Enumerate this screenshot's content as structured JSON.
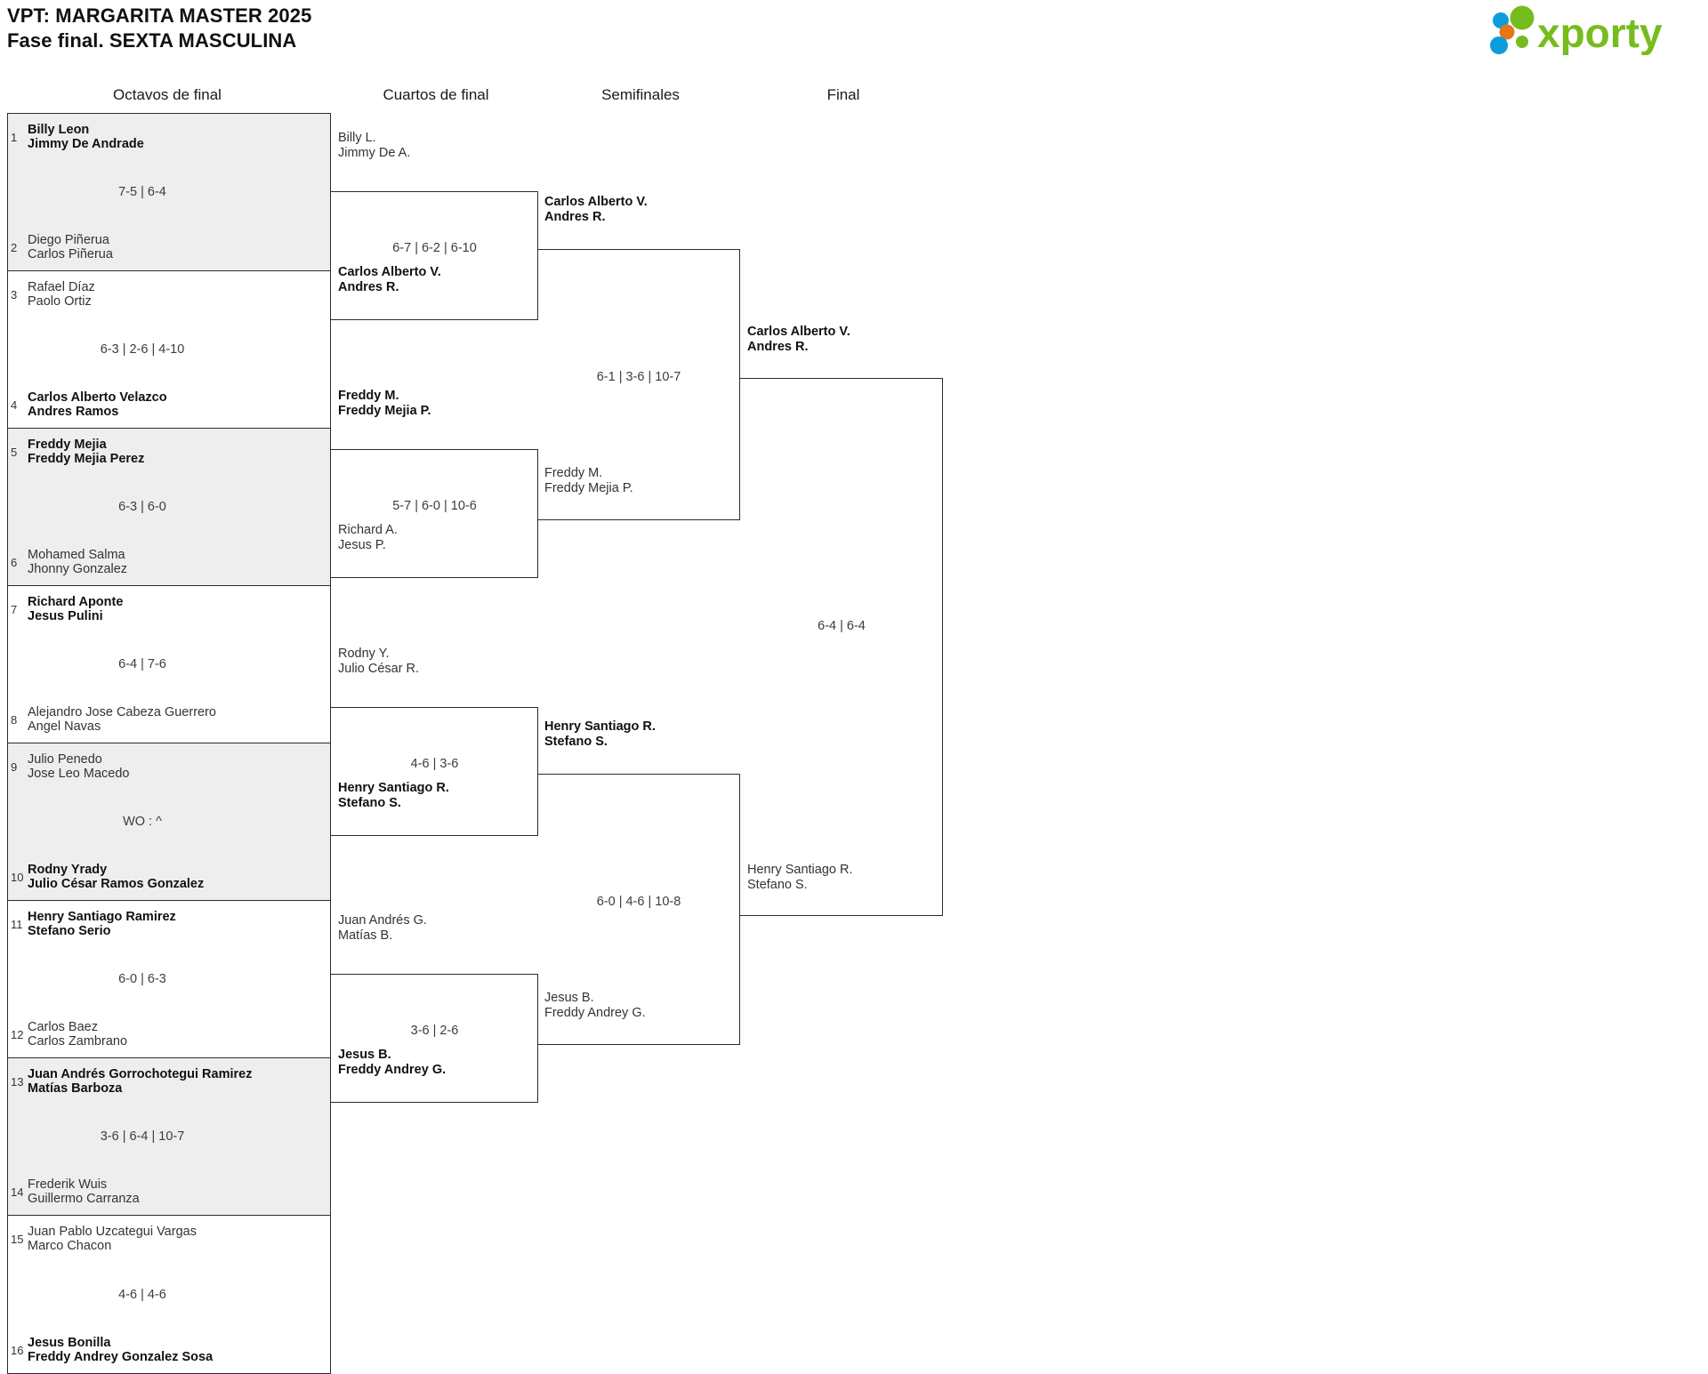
{
  "header": {
    "title_line1": "VPT: MARGARITA MASTER 2025",
    "title_line2": "Fase final. SEXTA MASCULINA",
    "logo_text": "xporty",
    "logo_colors": {
      "green": "#77bc1f",
      "blue": "#0d9ddb",
      "orange": "#e8751a"
    }
  },
  "rounds": [
    {
      "label": "Octavos de final"
    },
    {
      "label": "Cuartos de final"
    },
    {
      "label": "Semifinales"
    },
    {
      "label": "Final"
    }
  ],
  "round1": {
    "matches": [
      {
        "score": "7-5 | 6-4",
        "top": {
          "seed": "1",
          "p1": "Billy Leon",
          "p2": "Jimmy De Andrade",
          "winner": true
        },
        "bottom": {
          "seed": "2",
          "p1": "Diego Piñerua",
          "p2": "Carlos Piñerua",
          "winner": false
        }
      },
      {
        "score": "6-3 | 2-6 | 4-10",
        "top": {
          "seed": "3",
          "p1": "Rafael Díaz",
          "p2": "Paolo Ortiz",
          "winner": false
        },
        "bottom": {
          "seed": "4",
          "p1": "Carlos Alberto Velazco",
          "p2": "Andres Ramos",
          "winner": true
        }
      },
      {
        "score": "6-3 | 6-0",
        "top": {
          "seed": "5",
          "p1": "Freddy Mejia",
          "p2": "Freddy Mejia Perez",
          "winner": true
        },
        "bottom": {
          "seed": "6",
          "p1": "Mohamed Salma",
          "p2": "Jhonny Gonzalez",
          "winner": false
        }
      },
      {
        "score": "6-4 | 7-6",
        "top": {
          "seed": "7",
          "p1": "Richard Aponte",
          "p2": "Jesus Pulini",
          "winner": true
        },
        "bottom": {
          "seed": "8",
          "p1": "Alejandro Jose Cabeza Guerrero",
          "p2": "Angel Navas",
          "winner": false
        }
      },
      {
        "score": "WO : ^",
        "top": {
          "seed": "9",
          "p1": "Julio Penedo",
          "p2": "Jose Leo Macedo",
          "winner": false
        },
        "bottom": {
          "seed": "10",
          "p1": "Rodny Yrady",
          "p2": "Julio César Ramos Gonzalez",
          "winner": true
        }
      },
      {
        "score": "6-0 | 6-3",
        "top": {
          "seed": "11",
          "p1": "Henry Santiago Ramirez",
          "p2": "Stefano Serio",
          "winner": true
        },
        "bottom": {
          "seed": "12",
          "p1": "Carlos Baez",
          "p2": "Carlos Zambrano",
          "winner": false
        }
      },
      {
        "score": "3-6 | 6-4 | 10-7",
        "top": {
          "seed": "13",
          "p1": "Juan Andrés Gorrochotegui Ramirez",
          "p2": "Matías Barboza",
          "winner": true
        },
        "bottom": {
          "seed": "14",
          "p1": "Frederik Wuis",
          "p2": "Guillermo Carranza",
          "winner": false
        }
      },
      {
        "score": "4-6 | 4-6",
        "top": {
          "seed": "15",
          "p1": "Juan Pablo Uzcategui Vargas",
          "p2": "Marco Chacon",
          "winner": false
        },
        "bottom": {
          "seed": "16",
          "p1": "Jesus Bonilla",
          "p2": "Freddy Andrey Gonzalez Sosa",
          "winner": true
        }
      }
    ]
  },
  "round2": {
    "matches": [
      {
        "score": "6-7 | 6-2 | 6-10",
        "top": {
          "p1": "Billy L.",
          "p2": "Jimmy De A.",
          "winner": false
        },
        "bottom": {
          "p1": "Carlos Alberto V.",
          "p2": "Andres R.",
          "winner": true
        }
      },
      {
        "score": "5-7 | 6-0 | 10-6",
        "top": {
          "p1": "Freddy M.",
          "p2": "Freddy Mejia P.",
          "winner": true
        },
        "bottom": {
          "p1": "Richard A.",
          "p2": "Jesus P.",
          "winner": false
        }
      },
      {
        "score": "4-6 | 3-6",
        "top": {
          "p1": "Rodny Y.",
          "p2": "Julio César R.",
          "winner": false
        },
        "bottom": {
          "p1": "Henry Santiago R.",
          "p2": "Stefano S.",
          "winner": true
        }
      },
      {
        "score": "3-6 | 2-6",
        "top": {
          "p1": "Juan Andrés G.",
          "p2": "Matías B.",
          "winner": false
        },
        "bottom": {
          "p1": "Jesus B.",
          "p2": "Freddy Andrey G.",
          "winner": true
        }
      }
    ]
  },
  "round3": {
    "matches": [
      {
        "score": "6-1 | 3-6 | 10-7",
        "top": {
          "p1": "Carlos Alberto V.",
          "p2": "Andres R.",
          "winner": true
        },
        "bottom": {
          "p1": "Freddy M.",
          "p2": "Freddy Mejia P.",
          "winner": false
        }
      },
      {
        "score": "6-0 | 4-6 | 10-8",
        "top": {
          "p1": "Henry Santiago R.",
          "p2": "Stefano S.",
          "winner": true
        },
        "bottom": {
          "p1": "Jesus B.",
          "p2": "Freddy Andrey G.",
          "winner": false
        }
      }
    ]
  },
  "round4": {
    "matches": [
      {
        "score": "6-4 | 6-4",
        "top": {
          "p1": "Carlos Alberto V.",
          "p2": "Andres R.",
          "winner": true
        },
        "bottom": {
          "p1": "Henry Santiago R.",
          "p2": "Stefano S.",
          "winner": false
        }
      }
    ]
  }
}
